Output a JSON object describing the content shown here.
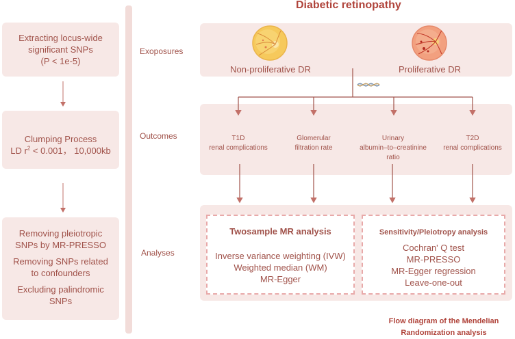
{
  "title": "Diabetic retinopathy",
  "left_steps": {
    "step1": [
      "Extracting locus-wide",
      "significant SNPs",
      "(P < 1e-5)"
    ],
    "step2_line1": "Clumping Process",
    "step2_line2_pre": "LD r",
    "step2_sup": "2",
    "step2_line2_post": " < 0.001，  10,000kb",
    "step3": [
      "Removing pleiotropic",
      "SNPs by  MR-PRESSO",
      "Removing SNPs related",
      "to confounders",
      "Excluding palindromic",
      "SNPs"
    ]
  },
  "row_labels": {
    "exposures": "Exoposures",
    "outcomes": "Outcomes",
    "analyses": "Analyses"
  },
  "exposures": {
    "left": "Non-proliferative  DR",
    "right": "Proliferative  DR"
  },
  "outcomes": [
    [
      "T1D",
      "renal complications"
    ],
    [
      "Glomerular",
      "filtration rate"
    ],
    [
      "Urinary",
      "albumin–to–creatinine",
      "ratio"
    ],
    [
      "T2D",
      "renal complications"
    ]
  ],
  "analyses": {
    "mr": {
      "title": "Twosample MR analysis",
      "items": [
        "Inverse variance weighting (IVW)",
        "Weighted median (WM)",
        "MR-Egger"
      ]
    },
    "sensitivity": {
      "title": "Sensitivity/Pleiotropy analysis",
      "items": [
        "Cochran' Q test",
        "MR-PRESSO",
        "MR-Egger regression",
        "Leave-one-out"
      ]
    }
  },
  "caption": [
    "Flow diagram of the Mendelian",
    "Randomization  analysis"
  ],
  "colors": {
    "accent": "#a0524a",
    "title": "#b0443b",
    "box_fill": "#f7e8e6",
    "dash": "#e8a9a9"
  },
  "icons": [
    "fundus-yellow-icon",
    "fundus-red-icon",
    "dna-icon"
  ]
}
